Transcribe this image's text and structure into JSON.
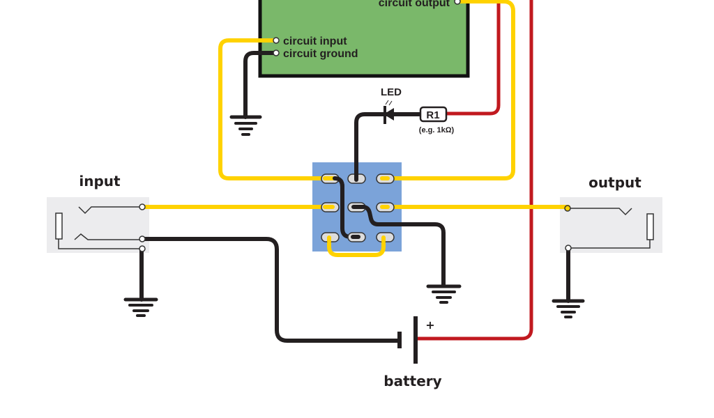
{
  "diagram": {
    "title": "True bypass footswitch wiring with LED indicator",
    "colors": {
      "signal_wire": "#ffd200",
      "ground_wire": "#231f20",
      "power_wire": "#c1191f",
      "circuit_board": "#7ab86a",
      "switch_body": "#7ba3d9",
      "jack_body": "#ececee",
      "lug": "#dcdcdc"
    },
    "circuit_board": {
      "labels": {
        "output": "circuit output",
        "input": "circuit input",
        "ground": "circuit ground"
      }
    },
    "led": {
      "label": "LED"
    },
    "resistor": {
      "label": "R1",
      "note": "(e.g. 1kΩ)"
    },
    "input_jack": {
      "label": "input"
    },
    "output_jack": {
      "label": "output"
    },
    "battery": {
      "label": "battery",
      "polarity": "+"
    },
    "footswitch": {
      "type": "3PDT",
      "rows": 3,
      "cols": 3
    },
    "nodes": [
      {
        "id": "circuit-board",
        "label": "circuit board"
      },
      {
        "id": "led",
        "label": "LED"
      },
      {
        "id": "r1",
        "label": "R1"
      },
      {
        "id": "footswitch",
        "label": "3PDT switch"
      },
      {
        "id": "input-jack",
        "label": "input"
      },
      {
        "id": "output-jack",
        "label": "output"
      },
      {
        "id": "battery",
        "label": "battery"
      },
      {
        "id": "ground-1",
        "label": "ground"
      },
      {
        "id": "ground-2",
        "label": "ground"
      },
      {
        "id": "ground-3",
        "label": "ground"
      },
      {
        "id": "ground-4",
        "label": "ground"
      }
    ],
    "edges": [
      {
        "from": "circuit-board.output",
        "to": "footswitch.top-right",
        "wire": "signal"
      },
      {
        "from": "circuit-board.input",
        "to": "footswitch.top-left",
        "wire": "signal"
      },
      {
        "from": "circuit-board.ground",
        "to": "ground-1",
        "wire": "ground"
      },
      {
        "from": "r1",
        "to": "battery.+",
        "wire": "power"
      },
      {
        "from": "led",
        "to": "r1",
        "wire": "ground"
      },
      {
        "from": "footswitch.top-middle",
        "to": "led",
        "wire": "ground"
      },
      {
        "from": "input-jack.tip",
        "to": "footswitch.middle-left",
        "wire": "signal"
      },
      {
        "from": "footswitch.middle-right",
        "to": "output-jack.tip",
        "wire": "signal"
      },
      {
        "from": "footswitch.top-left",
        "to": "footswitch.bottom-middle",
        "wire": "ground"
      },
      {
        "from": "footswitch.middle-middle",
        "to": "ground-2",
        "wire": "ground"
      },
      {
        "from": "footswitch.bottom-left",
        "to": "footswitch.bottom-right",
        "wire": "signal"
      },
      {
        "from": "input-jack.ring",
        "to": "battery.-",
        "wire": "ground"
      },
      {
        "from": "input-jack.sleeve",
        "to": "ground-3",
        "wire": "ground"
      },
      {
        "from": "output-jack.sleeve",
        "to": "ground-4",
        "wire": "ground"
      }
    ]
  }
}
